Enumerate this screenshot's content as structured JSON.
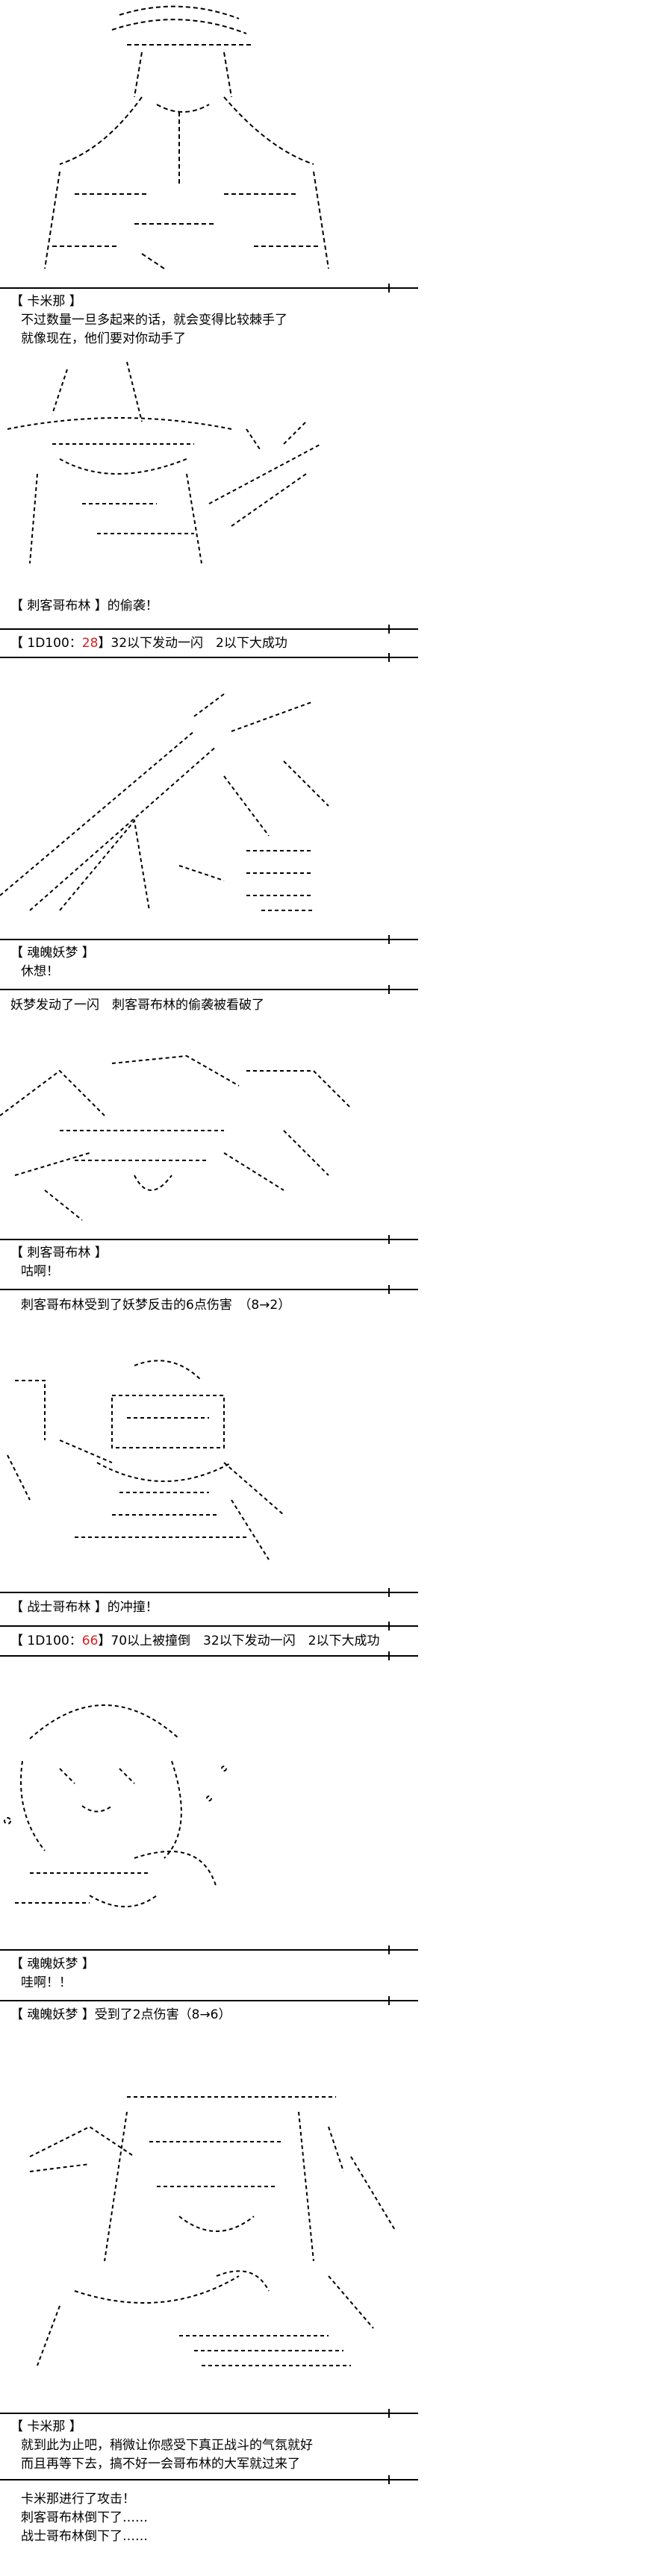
{
  "blocks": [
    {
      "speaker": "【 卡米那 】",
      "lines": [
        "不过数量一旦多起来的话，就会变得比较棘手了",
        "就像现在，他们要对你动手了"
      ]
    },
    {
      "line": "【 刺客哥布林 】的偷袭！"
    },
    {
      "roll_prefix": "【 1D100：",
      "roll_value": "28",
      "roll_suffix": "】32以下发动一闪　2以下大成功"
    },
    {
      "speaker": "【 魂魄妖梦 】",
      "lines": [
        "休想！"
      ]
    },
    {
      "line": "妖梦发动了一闪　刺客哥布林的偷袭被看破了"
    },
    {
      "speaker": "【 刺客哥布林 】",
      "lines": [
        "咕啊！"
      ]
    },
    {
      "line": "刺客哥布林受到了妖梦反击的6点伤害　（8→2）"
    },
    {
      "line": "【 战士哥布林 】的冲撞！"
    },
    {
      "roll_prefix": "【 1D100：",
      "roll_value": "66",
      "roll_suffix": "】70以上被撞倒　32以下发动一闪　2以下大成功"
    },
    {
      "speaker": "【 魂魄妖梦 】",
      "lines": [
        "哇啊！！"
      ]
    },
    {
      "line": "【 魂魄妖梦 】受到了2点伤害（8→6）"
    },
    {
      "speaker": "【 卡米那 】",
      "lines": [
        "就到此为止吧，稍微让你感受下真正战斗的气氛就好",
        "而且再等下去，搞不好一会哥布林的大军就过来了"
      ]
    },
    {
      "lines": [
        "卡米那进行了攻击！",
        "刺客哥布林倒下了……",
        "战士哥布林倒下了……"
      ]
    }
  ],
  "art": [
    {
      "name": "kamina-ascii-art"
    },
    {
      "name": "assassin-goblin-ascii-art"
    },
    {
      "name": "youmu-slash-ascii-art"
    },
    {
      "name": "goblin-hit-ascii-art"
    },
    {
      "name": "warrior-goblin-ascii-art"
    },
    {
      "name": "youmu-hurt-ascii-art"
    },
    {
      "name": "kamina-attack-ascii-art"
    }
  ]
}
